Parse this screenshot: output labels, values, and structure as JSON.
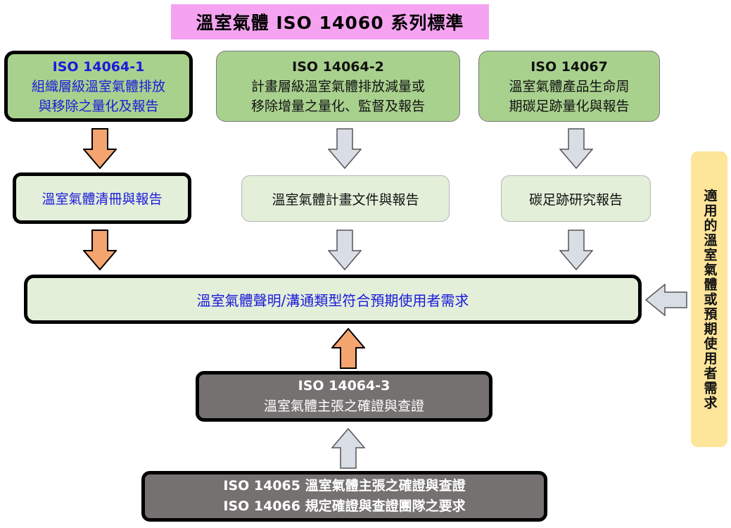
{
  "title": "溫室氣體 ISO 14060 系列標準",
  "standards": [
    {
      "code": "ISO 14064-1",
      "line1": "組織層級溫室氣體排放",
      "line2": "與移除之量化及報告"
    },
    {
      "code": "ISO 14064-2",
      "line1": "計畫層級溫室氣體排放減量或",
      "line2": "移除增量之量化、監督及報告"
    },
    {
      "code": "ISO 14067",
      "line1": "溫室氣體產品生命周",
      "line2": "期碳足跡量化與報告"
    }
  ],
  "outputs": [
    "溫室氣體清冊與報告",
    "溫室氣體計畫文件與報告",
    "碳足跡研究報告"
  ],
  "claim": "溫室氣體聲明/溝通類型符合預期使用者需求",
  "verification": {
    "code": "ISO 14064-3",
    "text": "溫室氣體主張之確證與查證"
  },
  "bottom": {
    "line1": "ISO 14065 溫室氣體主張之確證與查證",
    "line2": "ISO 14066 規定確證與查證團隊之要求"
  },
  "side_note": "適用的溫室氣體或預期使用者需求",
  "colors": {
    "title_bg": "#f5a3f0",
    "standard_bg": "#a9d18e",
    "output_bg": "#e3efd9",
    "verification_bg": "#767171",
    "side_bg": "#fde599",
    "highlight_text": "#1a1adc",
    "highlight_arrow": "#f4a46f",
    "neutral_arrow": "#d9dde6"
  }
}
